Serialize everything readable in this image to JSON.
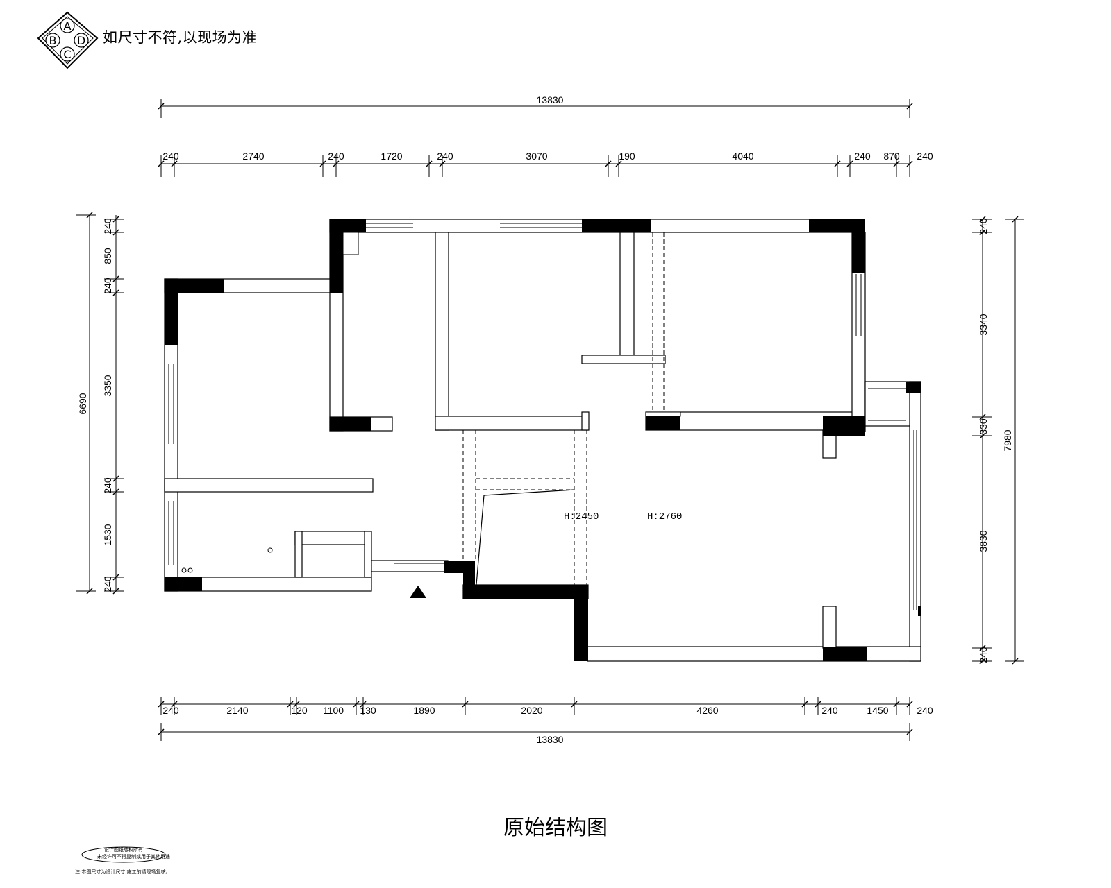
{
  "header": {
    "logo_letters": [
      "A",
      "B",
      "C",
      "D"
    ],
    "note": "如尺寸不符,以现场为准"
  },
  "title": "原始结构图",
  "stamp": {
    "line1": "设计图纸版权所有",
    "line2": "未经许可不得复制或用于其他用途",
    "line3": "注:本图尺寸为设计尺寸,施工前请现场复核。"
  },
  "dimensions": {
    "top_total": "13830",
    "top_segments": [
      "240",
      "2740",
      "240",
      "1720",
      "240",
      "3070",
      "190",
      "4040",
      "240",
      "870",
      "240"
    ],
    "bottom_segments": [
      "240",
      "2140",
      "120",
      "1100",
      "130",
      "1890",
      "2020",
      "4260",
      "240",
      "1450",
      "240"
    ],
    "bottom_total": "13830",
    "left_total": "6690",
    "left_segments": [
      "240",
      "850",
      "240",
      "3350",
      "240",
      "1530",
      "240"
    ],
    "right_segments": [
      "240",
      "3340",
      "330",
      "3830",
      "240"
    ],
    "right_total": "7980"
  },
  "annotations": {
    "height_1": "H:2450",
    "height_2": "H:2760"
  },
  "colors": {
    "line": "#000000",
    "background": "#ffffff",
    "column": "#000000"
  }
}
